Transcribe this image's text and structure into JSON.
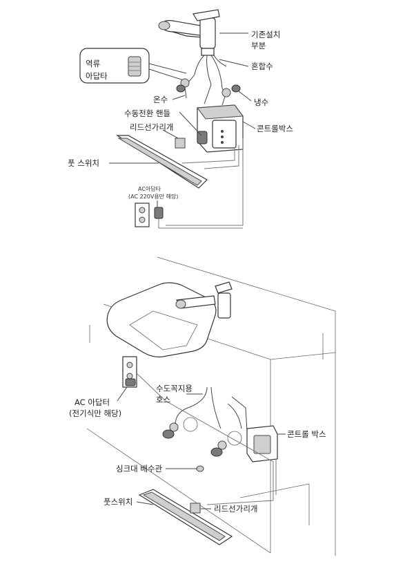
{
  "top": {
    "labels": {
      "existing_install": [
        "기존설치",
        "부분"
      ],
      "reverse_adapter": [
        "역류",
        "아답타"
      ],
      "mixed_water": "혼합수",
      "hot_water": "온수",
      "cold_water": "냉수",
      "manual_handle": "수동전환 핸들",
      "control_box": "콘트롤박스",
      "lead_holder": "리드선가리개",
      "foot_switch": "풋 스위치",
      "ac_adapter": "AC아답타",
      "ac_adapter_note": "(AC 220V용만 해당)"
    }
  },
  "bottom": {
    "labels": {
      "faucet_hose": [
        "수도꼭지용",
        "호스"
      ],
      "ac_adapter": [
        "AC 아답터",
        "(전기식만 해당)"
      ],
      "control_box": "콘트롤 박스",
      "sink_drain": "싱크대 배수관",
      "foot_switch": "풋스위치",
      "lead_holder": "리드선가리개"
    }
  }
}
